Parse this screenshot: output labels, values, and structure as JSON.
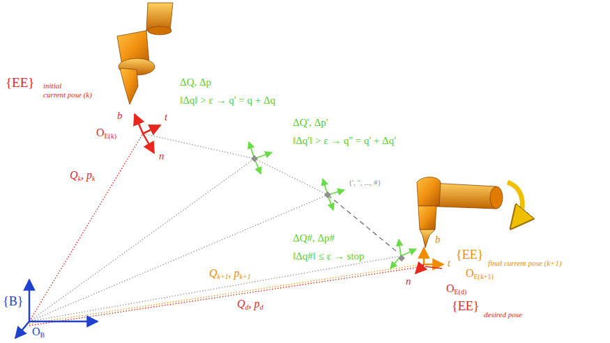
{
  "diagram": {
    "labels": [
      "{EE}",
      "initial",
      "current pose (k)",
      "b",
      "t",
      "n",
      "O",
      "E(k)",
      "ΔQ, Δp",
      "‖Δq‖ > ε → q' = q + Δq",
      "ΔQ', Δp'",
      "‖Δq'‖ > ε → q'' = q' + Δq'",
      "{', '', ..., #}",
      "ΔQ#, Δp#",
      "‖Δq#‖ ≤ ε → stop",
      "Q",
      "k",
      ", p",
      "k",
      "{B}",
      "O",
      "B",
      "Q",
      "k+1",
      ", p",
      "k+1",
      "Q",
      "d",
      ", p",
      "d",
      "{EE}",
      "final current pose (k+1)",
      "b",
      "t",
      "n",
      "O",
      "E(k+1)",
      "O",
      "E(d)",
      "{EE}",
      "desired pose"
    ]
  }
}
